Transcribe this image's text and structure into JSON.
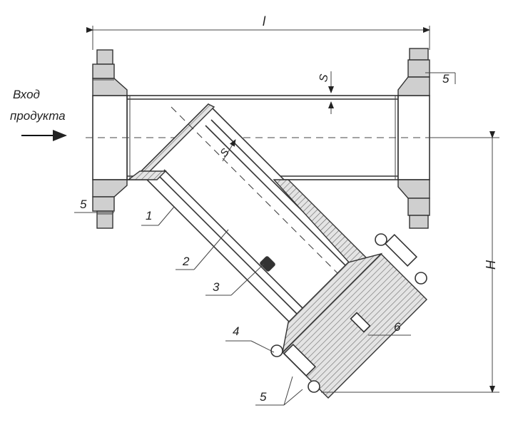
{
  "inlet_label": {
    "line1": "Вход",
    "line2": "продукта"
  },
  "dimensions": {
    "length": "l",
    "height": "H",
    "wall_thickness": "S",
    "screen_gap": "S"
  },
  "callouts": {
    "c1": "1",
    "c2": "2",
    "c3": "3",
    "c4": "4",
    "c5_top_right": "5",
    "c5_left": "5",
    "c5_bottom": "5",
    "c6": "6"
  }
}
